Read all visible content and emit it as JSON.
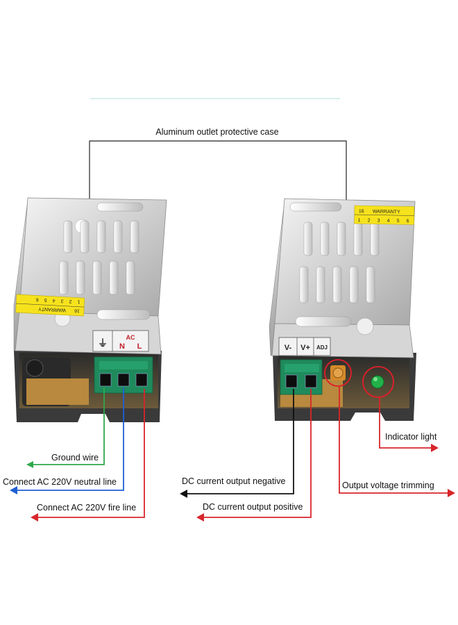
{
  "header_label": "Aluminum  outlet protective case",
  "left_unit": {
    "terminal_marks": {
      "ground_symbol": "⏚",
      "ac": "AC",
      "n": "N",
      "l": "L"
    },
    "sticker": {
      "warranty": "WARRANTY",
      "count": "16",
      "digits": [
        "1",
        "2",
        "3",
        "4",
        "5",
        "6"
      ]
    }
  },
  "right_unit": {
    "terminal_marks": {
      "vminus": "V-",
      "vplus": "V+",
      "adj": "ADJ"
    },
    "sticker": {
      "warranty": "WARRANTY",
      "count": "16",
      "digits": [
        "1",
        "2",
        "3",
        "4",
        "5",
        "6"
      ]
    }
  },
  "annotations": {
    "ground": "Ground wire",
    "neutral": "Connect AC 220V neutral line",
    "fire": "Connect AC 220V fire line",
    "dc_neg": "DC current output negative",
    "dc_pos": "DC current output positive",
    "trim": "Output voltage trimming",
    "indicator": "Indicator light"
  },
  "colors": {
    "ground_wire": "#2fa84a",
    "neutral_wire": "#1f5fd6",
    "fire_wire": "#d7262b",
    "dc_negative": "#111111",
    "dc_positive": "#d7262b",
    "highlight_circle": "#e01e2a",
    "terminal_block": "#1f8a5c",
    "sticker": "#f6e21c",
    "case_metal": "#d9d9d9"
  }
}
